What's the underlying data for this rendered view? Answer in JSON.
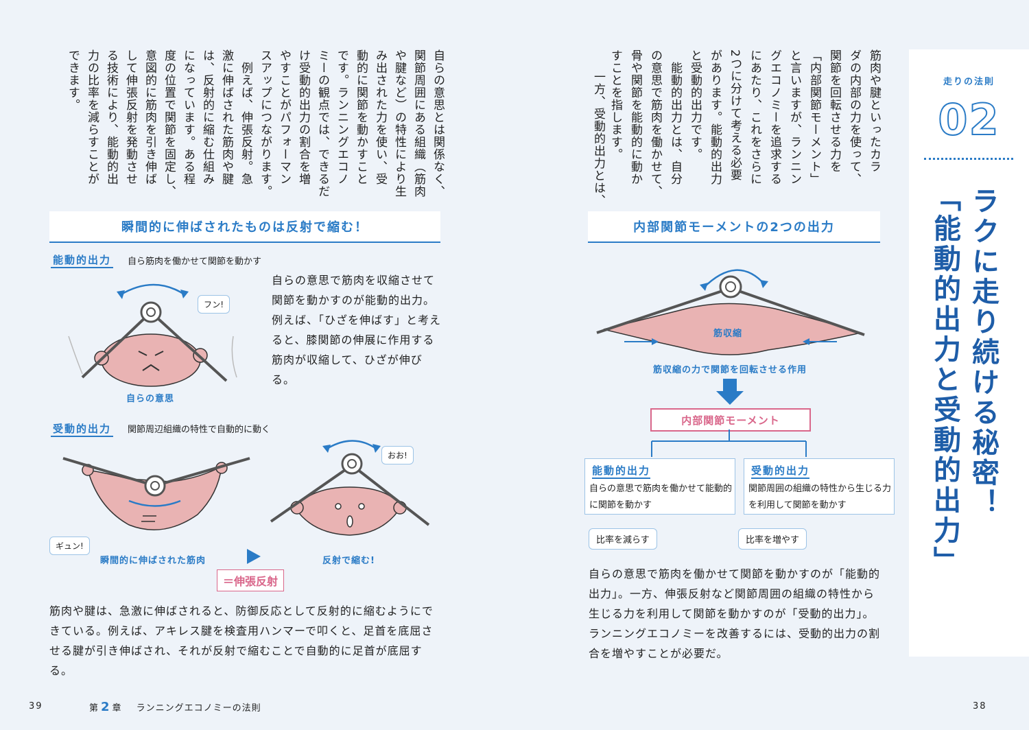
{
  "sidebar": {
    "category": "走りの法則",
    "number": "02",
    "title_line1": "ラクに走り続ける秘密！",
    "title_line2": "「能動的出力と受動的出力」"
  },
  "right_page": {
    "body_columns": [
      "筋肉や腱といったカラ",
      "ダの内部の力を使って、",
      "関節を回転させる力を",
      "「内部関節モーメント」",
      "と言いますが、ランニン",
      "グエコノミーを追求する",
      "にあたり、これをさらに",
      "2つに分けて考える必要",
      "があります。能動的出力",
      "と受動的出力です。",
      "　能動的出力とは、自分",
      "の意思で筋肉を働かせて、",
      "骨や関節を能動的に動か",
      "すことを指します。",
      "　一方、受動的出力とは、"
    ],
    "diagram_header": "内部関節モーメントの2つの出力",
    "muscle_label": "筋収縮",
    "diagram_caption": "筋収縮の力で関節を回転させる作用",
    "moment_box": "内部関節モーメント",
    "active_title": "能動的出力",
    "active_desc": "自らの意思で筋肉を働かせて能動的に関節を動かす",
    "passive_title": "受動的出力",
    "passive_desc": "関節周囲の組織の特性から生じる力を利用して関節を動かす",
    "reduce_label": "比率を減らす",
    "increase_label": "比率を増やす",
    "summary": "自らの意思で筋肉を働かせて関節を動かすのが「能動的出力」。一方、伸張反射など関節周囲の組織の特性から生じる力を利用して関節を動かすのが「受動的出力」。ランニングエコノミーを改善するには、受動的出力の割合を増やすことが必要だ。",
    "page_number": "38"
  },
  "left_page": {
    "body_columns": [
      "自らの意思とは関係なく、",
      "関節周囲にある組織（筋肉",
      "や腱など）の特性により生",
      "み出された力を使い、受",
      "動的に関節を動かすこと",
      "です。ランニングエコノ",
      "ミーの観点では、できるだ",
      "け受動的出力の割合を増",
      "やすことがパフォーマン",
      "スアップにつながります。",
      "　例えば、伸張反射。急",
      "激に伸ばされた筋肉や腱",
      "は、反射的に縮む仕組み",
      "になっています。ある程",
      "度の位置で関節を固定し、",
      "意図的に筋肉を引き伸ば",
      "して伸張反射を発動させ",
      "る技術により、能動的出",
      "力の比率を減らすことが",
      "できます。"
    ],
    "diagram_header": "瞬間的に伸ばされたものは反射で縮む！",
    "active_tag": "能動的出力",
    "active_tag_desc": "自ら筋肉を働かせて関節を動かす",
    "active_paragraph": "自らの意思で筋肉を収縮させて関節を動かすのが能動的出力。例えば、「ひざを伸ばす」と考えると、膝関節の伸展に作用する筋肉が収縮して、ひざが伸びる。",
    "bubble_hun": "フン!",
    "will_label": "自らの意思",
    "passive_tag": "受動的出力",
    "passive_tag_desc": "関節周辺組織の特性で自動的に動く",
    "bubble_oo": "おお!",
    "bubble_gyun": "ギュン!",
    "stretched_label": "瞬間的に伸ばされた筋肉",
    "reflex_label": "反射で縮む!",
    "stretch_reflex": "＝伸張反射",
    "summary": "筋肉や腱は、急激に伸ばされると、防御反応として反射的に縮むようにできている。例えば、アキレス腱を検査用ハンマーで叩くと、足首を底屈させる腱が引き伸ばされ、それが反射で縮むことで自動的に足首が底屈する。",
    "page_number": "39",
    "chapter_prefix": "第",
    "chapter_num": "2",
    "chapter_suffix": "章",
    "chapter_title": "ランニングエコノミーの法則"
  },
  "colors": {
    "accent": "#2a7bc6",
    "muscle": "#e9b3b3",
    "pink": "#d9668a",
    "title": "#1e5da8"
  }
}
